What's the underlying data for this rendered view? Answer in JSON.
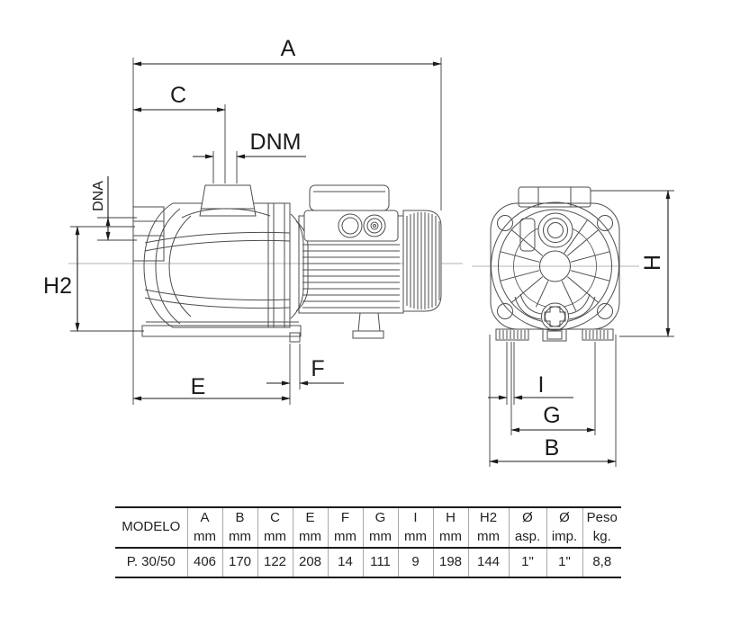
{
  "diagram": {
    "labels": {
      "A": "A",
      "C": "C",
      "DNM": "DNM",
      "DNA": "DNA",
      "H2": "H2",
      "E": "E",
      "F": "F",
      "H": "H",
      "I": "I",
      "G": "G",
      "B": "B"
    }
  },
  "table": {
    "model_header": "MODELO",
    "columns": [
      {
        "label": "A",
        "sub": "mm"
      },
      {
        "label": "B",
        "sub": "mm"
      },
      {
        "label": "C",
        "sub": "mm"
      },
      {
        "label": "E",
        "sub": "mm"
      },
      {
        "label": "F",
        "sub": "mm"
      },
      {
        "label": "G",
        "sub": "mm"
      },
      {
        "label": "I",
        "sub": "mm"
      },
      {
        "label": "H",
        "sub": "mm"
      },
      {
        "label": "H2",
        "sub": "mm"
      },
      {
        "label": "Ø",
        "sub": "asp."
      },
      {
        "label": "Ø",
        "sub": "imp."
      },
      {
        "label": "Peso",
        "sub": "kg."
      }
    ],
    "row": {
      "model": "P. 30/50",
      "values": [
        "406",
        "170",
        "122",
        "208",
        "14",
        "111",
        "9",
        "198",
        "144",
        "1\"",
        "1\"",
        "8,8"
      ]
    }
  }
}
